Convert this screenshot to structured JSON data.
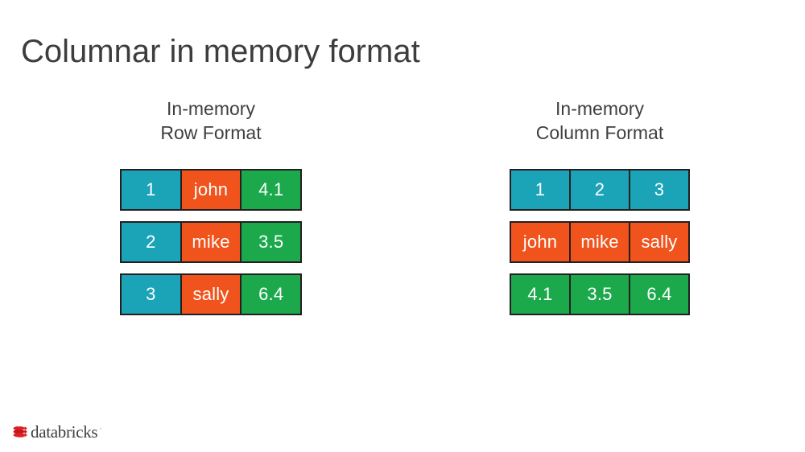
{
  "slide": {
    "title": "Columnar in memory format",
    "title_color": "#3d3d3d",
    "background": "#ffffff"
  },
  "palette": {
    "teal": "#1ba3b8",
    "orange": "#f0531c",
    "green": "#1ba94c",
    "border": "#231f20",
    "cell_text": "#ffffff",
    "logo_red": "#e02020"
  },
  "panels": {
    "left": {
      "heading": "In-memory\nRow Format",
      "rows": [
        {
          "cells": [
            {
              "value": "1",
              "color": "teal"
            },
            {
              "value": "john",
              "color": "orange"
            },
            {
              "value": "4.1",
              "color": "green"
            }
          ]
        },
        {
          "cells": [
            {
              "value": "2",
              "color": "teal"
            },
            {
              "value": "mike",
              "color": "orange"
            },
            {
              "value": "3.5",
              "color": "green"
            }
          ]
        },
        {
          "cells": [
            {
              "value": "3",
              "color": "teal"
            },
            {
              "value": "sally",
              "color": "orange"
            },
            {
              "value": "6.4",
              "color": "green"
            }
          ]
        }
      ]
    },
    "right": {
      "heading": "In-memory\nColumn Format",
      "rows": [
        {
          "cells": [
            {
              "value": "1",
              "color": "teal"
            },
            {
              "value": "2",
              "color": "teal"
            },
            {
              "value": "3",
              "color": "teal"
            }
          ]
        },
        {
          "cells": [
            {
              "value": "john",
              "color": "orange"
            },
            {
              "value": "mike",
              "color": "orange"
            },
            {
              "value": "sally",
              "color": "orange"
            }
          ]
        },
        {
          "cells": [
            {
              "value": "4.1",
              "color": "green"
            },
            {
              "value": "3.5",
              "color": "green"
            },
            {
              "value": "6.4",
              "color": "green"
            }
          ]
        }
      ]
    }
  },
  "footer": {
    "logo_icon": "databricks-stacked-logo-icon",
    "logo_text": "databricks",
    "trademark": "·"
  }
}
